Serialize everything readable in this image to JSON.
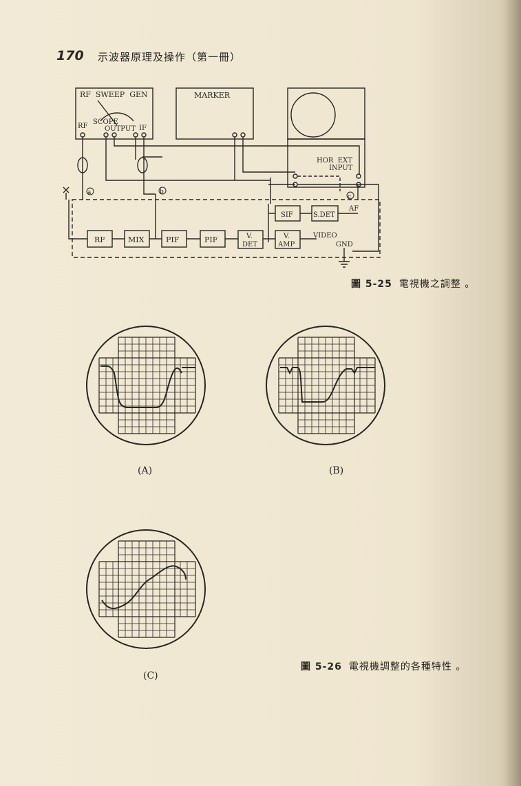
{
  "header": {
    "page_number": "170",
    "book_title": "示波器原理及操作（第一冊）"
  },
  "figure_25": {
    "caption_number": "圖 5-25",
    "caption_text": "電視機之調整 。",
    "generator_label": "RF  SWEEP  GEN",
    "scope_label": "SCOPE",
    "rf_port": "RF",
    "output_port": "OUTPUT",
    "if_port": "IF",
    "marker_label": "MARKER",
    "hor_ext_label": "HOR  EXT",
    "input_label": "INPUT",
    "point_a": "a",
    "point_b": "b",
    "point_c": "c",
    "chain_blocks": [
      "RF",
      "MIX",
      "PIF",
      "PIF",
      "V.",
      "DET",
      "V.",
      "AMP"
    ],
    "sif_label": "SIF",
    "sdet_label": "S.DET",
    "af_label": "AF",
    "video_label": "VIDEO",
    "gnd_label": "GND"
  },
  "figure_26": {
    "caption_number": "圖 5-26",
    "caption_text": "電視機調整的各種特性 。",
    "panel_labels": [
      "(A)",
      "(B)",
      "(C)"
    ]
  }
}
